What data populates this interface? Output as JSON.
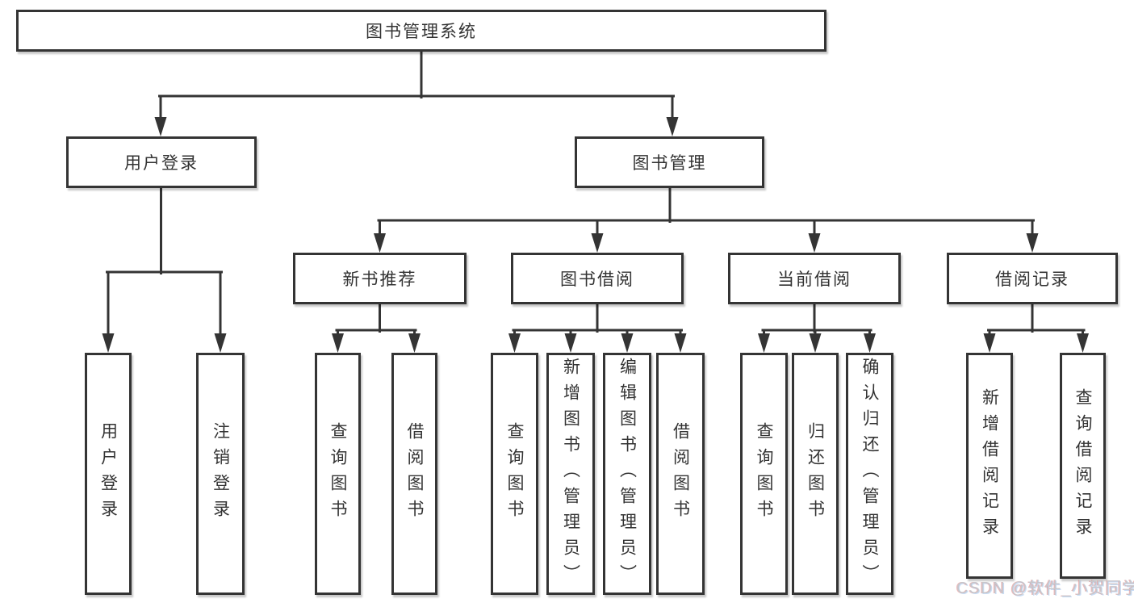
{
  "title": "图书管理系统",
  "watermark": "CSDN @软件_小贺同学",
  "colors": {
    "line": "#343434",
    "box_border": "#343434",
    "text": "#333333",
    "background": "#ffffff",
    "watermark": "#c7c7cc"
  },
  "tree": {
    "label": "图书管理系统",
    "children": [
      {
        "label": "用户登录",
        "children": [
          {
            "label": "用户登录"
          },
          {
            "label": "注销登录"
          }
        ]
      },
      {
        "label": "图书管理",
        "children": [
          {
            "label": "新书推荐",
            "children": [
              {
                "label": "查询图书"
              },
              {
                "label": "借阅图书"
              }
            ]
          },
          {
            "label": "图书借阅",
            "children": [
              {
                "label": "查询图书"
              },
              {
                "label": "新增图书（管理员）"
              },
              {
                "label": "编辑图书（管理员）"
              },
              {
                "label": "借阅图书"
              }
            ]
          },
          {
            "label": "当前借阅",
            "children": [
              {
                "label": "查询图书"
              },
              {
                "label": "归还图书"
              },
              {
                "label": "确认归还（管理员）"
              }
            ]
          },
          {
            "label": "借阅记录",
            "children": [
              {
                "label": "新增借阅记录"
              },
              {
                "label": "查询借阅记录"
              }
            ]
          }
        ]
      }
    ]
  }
}
